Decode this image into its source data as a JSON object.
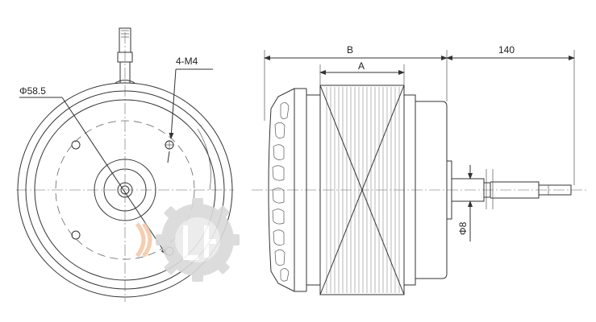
{
  "labels": {
    "bolt_circle_diameter": "Φ58.5",
    "mounting_holes": "4-M4",
    "overall_length": "B",
    "rotor_length": "A",
    "shaft_length": "140",
    "shaft_diameter": "Φ8"
  },
  "colors": {
    "line": "#333333",
    "watermark": "#d9d9d9",
    "watermark_accent": "#f4c9a8"
  }
}
